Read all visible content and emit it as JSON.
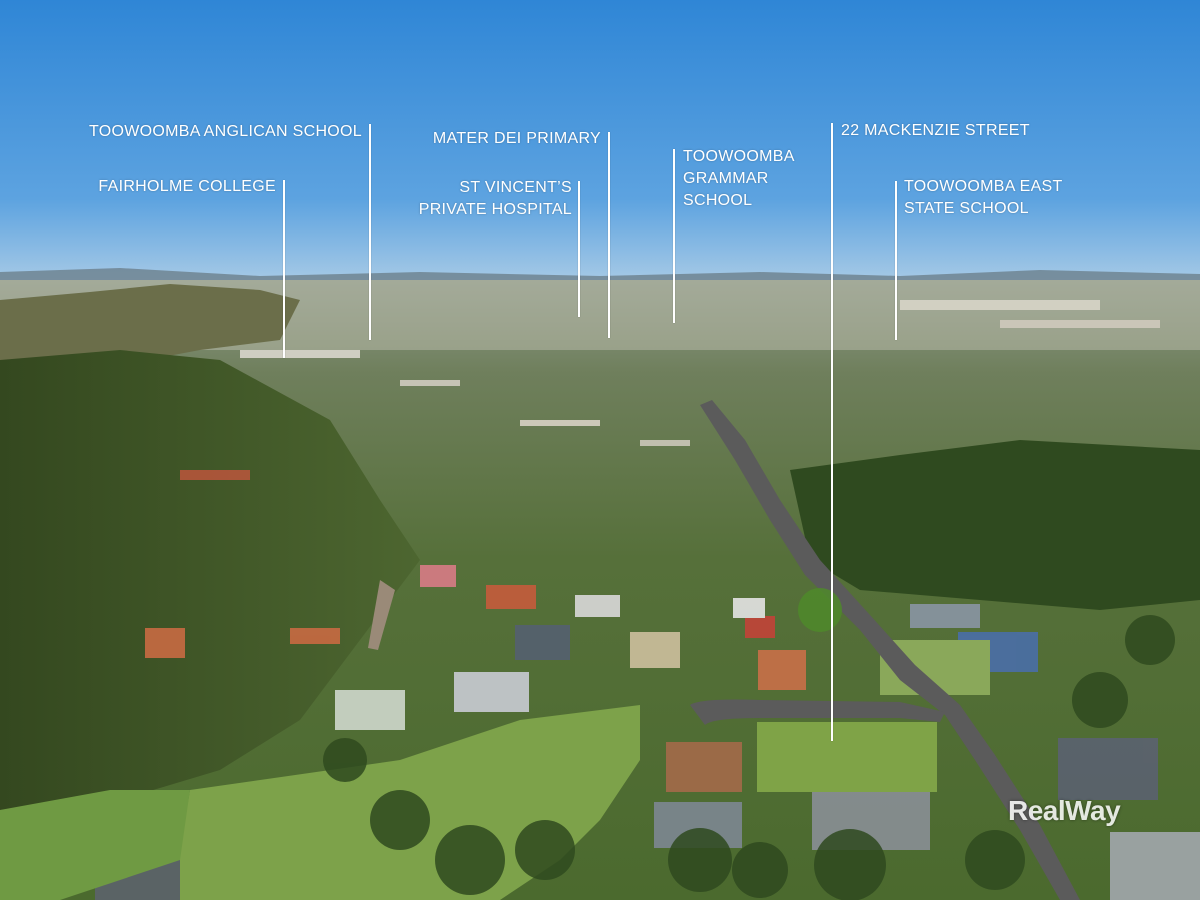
{
  "scene": {
    "description_colors": {
      "sky_top": "#2f86d6",
      "sky_horizon": "#a7cbe8",
      "forest": "#3f5a2c",
      "grass": "#7da24a",
      "road": "#5b5b5b",
      "roof_red": "#c4553a"
    }
  },
  "labels": {
    "anglican": "TOOWOOMBA ANGLICAN SCHOOL",
    "fairholme": "FAIRHOLME COLLEGE",
    "mater_dei": "MATER DEI PRIMARY",
    "st_vincents_line1": "ST VINCENT’S",
    "st_vincents_line2": "PRIVATE HOSPITAL",
    "grammar_line1": "TOOWOOMBA",
    "grammar_line2": "GRAMMAR",
    "grammar_line3": "SCHOOL",
    "mackenzie": "22 MACKENZIE STREET",
    "east_state_line1": "TOOWOOMBA EAST",
    "east_state_line2": "STATE SCHOOL"
  },
  "watermark": "RealWay"
}
